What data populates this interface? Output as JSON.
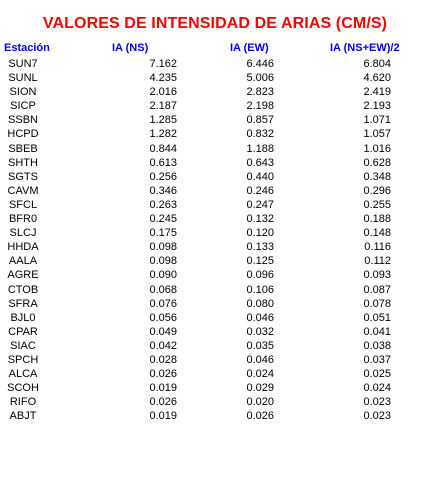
{
  "document": {
    "title": "VALORES DE INTENSIDAD DE ARIAS (CM/S)",
    "headers": {
      "station": "Estación",
      "ns": "IA (NS)",
      "ew": "IA (EW)",
      "avg": "IA (NS+EW)/2"
    },
    "rows": [
      {
        "station": "SUN7",
        "ns": "7.162",
        "ew": "6.446",
        "avg": "6.804"
      },
      {
        "station": "SUNL",
        "ns": "4.235",
        "ew": "5.006",
        "avg": "4.620"
      },
      {
        "station": "SION",
        "ns": "2.016",
        "ew": "2.823",
        "avg": "2.419"
      },
      {
        "station": "SICP",
        "ns": "2.187",
        "ew": "2.198",
        "avg": "2.193"
      },
      {
        "station": "SSBN",
        "ns": "1.285",
        "ew": "0.857",
        "avg": "1.071"
      },
      {
        "station": "HCPD",
        "ns": "1.282",
        "ew": "0.832",
        "avg": "1.057"
      },
      {
        "station": "SBEB",
        "ns": "0.844",
        "ew": "1.188",
        "avg": "1.016"
      },
      {
        "station": "SHTH",
        "ns": "0.613",
        "ew": "0.643",
        "avg": "0.628"
      },
      {
        "station": "SGTS",
        "ns": "0.256",
        "ew": "0.440",
        "avg": "0.348"
      },
      {
        "station": "CAVM",
        "ns": "0.346",
        "ew": "0.246",
        "avg": "0.296"
      },
      {
        "station": "SFCL",
        "ns": "0.263",
        "ew": "0.247",
        "avg": "0.255"
      },
      {
        "station": "BFR0",
        "ns": "0.245",
        "ew": "0.132",
        "avg": "0.188"
      },
      {
        "station": "SLCJ",
        "ns": "0.175",
        "ew": "0.120",
        "avg": "0.148"
      },
      {
        "station": "HHDA",
        "ns": "0.098",
        "ew": "0.133",
        "avg": "0.116"
      },
      {
        "station": "AALA",
        "ns": "0.098",
        "ew": "0.125",
        "avg": "0.112"
      },
      {
        "station": "AGRE",
        "ns": "0.090",
        "ew": "0.096",
        "avg": "0.093"
      },
      {
        "station": "CTOB",
        "ns": "0.068",
        "ew": "0.106",
        "avg": "0.087"
      },
      {
        "station": "SFRA",
        "ns": "0.076",
        "ew": "0.080",
        "avg": "0.078"
      },
      {
        "station": "BJL0",
        "ns": "0.056",
        "ew": "0.046",
        "avg": "0.051"
      },
      {
        "station": "CPAR",
        "ns": "0.049",
        "ew": "0.032",
        "avg": "0.041"
      },
      {
        "station": "SIAC",
        "ns": "0.042",
        "ew": "0.035",
        "avg": "0.038"
      },
      {
        "station": "SPCH",
        "ns": "0.028",
        "ew": "0.046",
        "avg": "0.037"
      },
      {
        "station": "ALCA",
        "ns": "0.026",
        "ew": "0.024",
        "avg": "0.025"
      },
      {
        "station": "SCOH",
        "ns": "0.019",
        "ew": "0.029",
        "avg": "0.024"
      },
      {
        "station": "RIFO",
        "ns": "0.026",
        "ew": "0.020",
        "avg": "0.023"
      },
      {
        "station": "ABJT",
        "ns": "0.019",
        "ew": "0.026",
        "avg": "0.023"
      }
    ]
  },
  "colors": {
    "title": "#ff0000",
    "header": "#0000ff",
    "text": "#000000",
    "background": "#ffffff"
  }
}
